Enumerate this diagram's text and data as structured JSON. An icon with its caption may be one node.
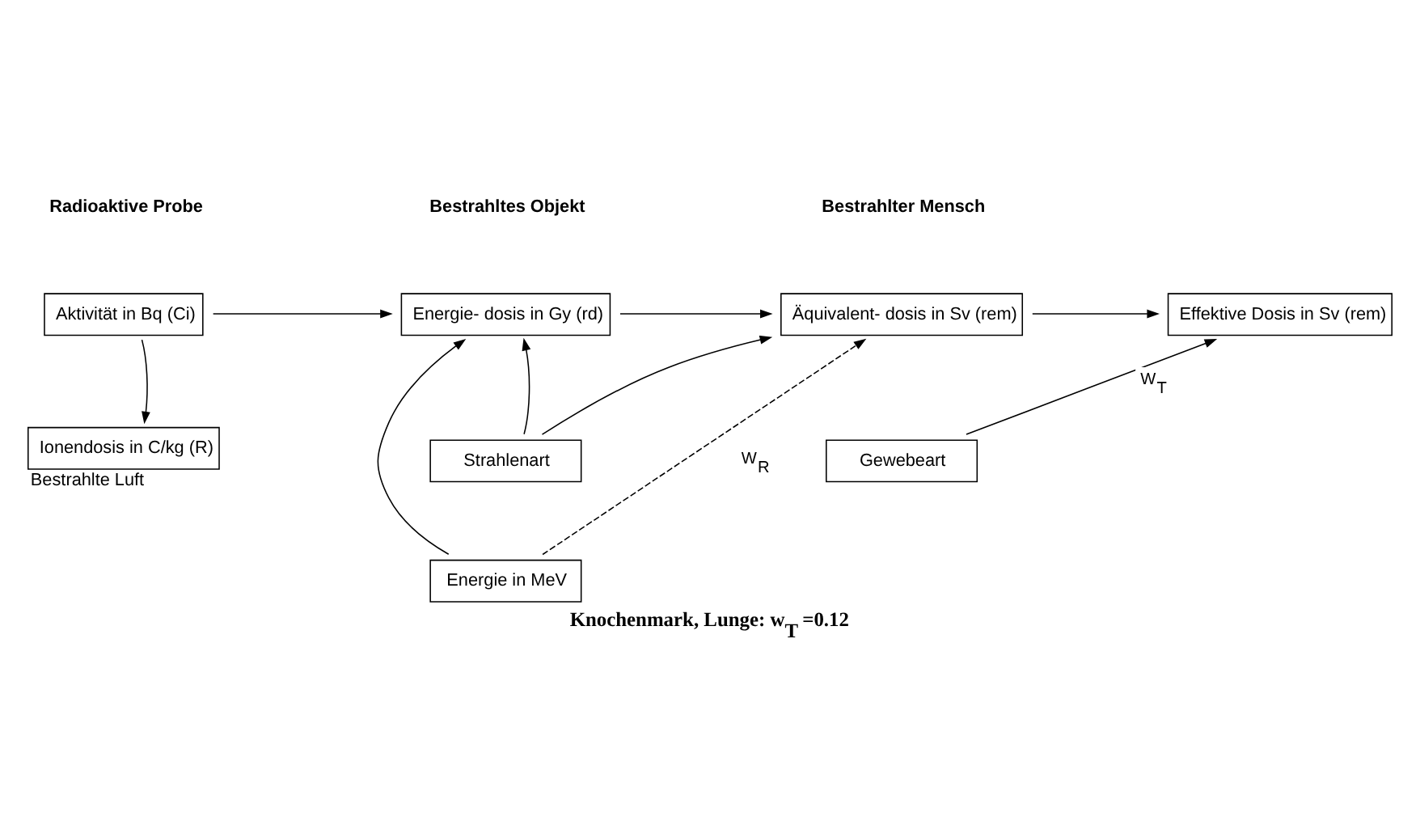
{
  "diagram": {
    "caption": "Knochenmark, Lunge: w$_{T}$ =0.12",
    "nodes": [
      {
        "text": [
          "Aktivität in Bq (Ci)"
        ]
      },
      {
        "text": [
          "Energie- dosis in Gy (rd)"
        ]
      },
      {
        "text": [
          "Äquivalent- dosis in Sv (rem)"
        ]
      },
      {
        "text": [
          "Effektive Dosis in Sv (rem)"
        ]
      },
      {
        "text": [
          "Ionendosis in C/kg (R)"
        ],
        "beside": [
          "Bestrahlte Luft"
        ]
      },
      {
        "text": [
          "Strahlenart"
        ]
      },
      {
        "text": [
          "Energie in MeV"
        ]
      },
      {
        "text": [
          "Gewebeart"
        ]
      }
    ],
    "edges": [
      {
        "from": 0,
        "to": 1,
        "arrow": "to"
      },
      {
        "from": 1,
        "to": 2,
        "arrow": "to"
      },
      {
        "from": 2,
        "to": 3,
        "arrow": "to"
      },
      {
        "from": 0,
        "to": 4,
        "arrow": "to"
      },
      {
        "from": 5,
        "to": 1,
        "arrow": "to"
      },
      {
        "from": 6,
        "to": 1,
        "arrow": "to"
      },
      {
        "from": 5,
        "to": 2,
        "arrow": "to"
      },
      {
        "from": 6,
        "to": 2,
        "arrow": "to",
        "style": "dashed",
        "label": "W$_{R}$"
      },
      {
        "from": 7,
        "to": 3,
        "arrow": "to",
        "label": "W$_{T}$"
      }
    ],
    "labels": [
      "Radioaktive Probe",
      "Bestrahltes Objekt",
      "Bestrahlter Mensch"
    ]
  }
}
